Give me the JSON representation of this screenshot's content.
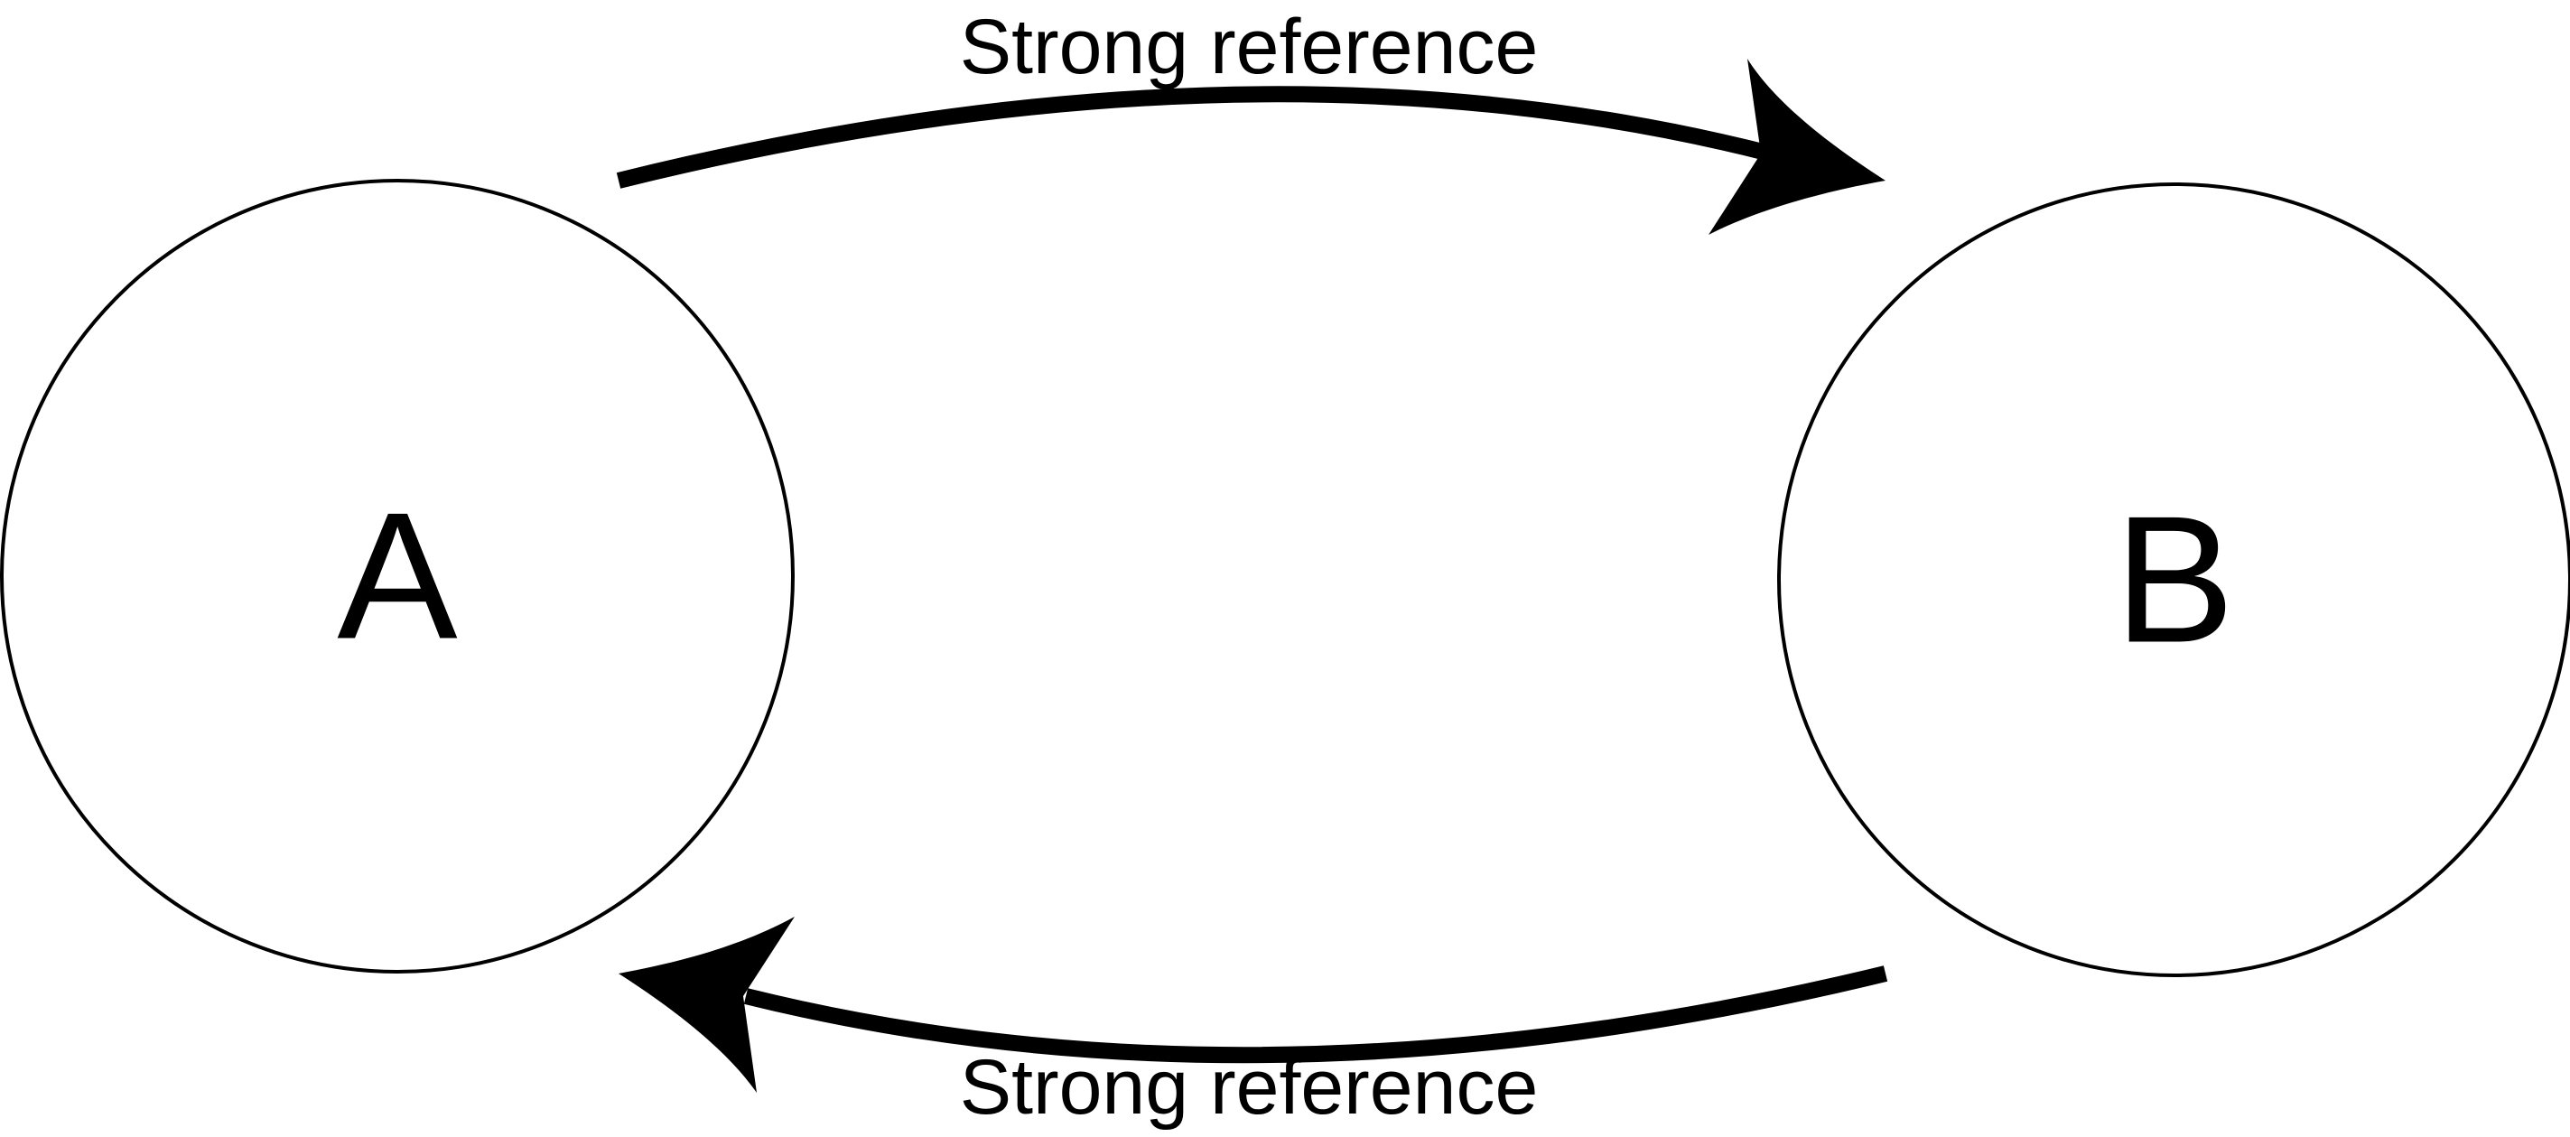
{
  "diagram": {
    "nodes": [
      {
        "id": "a",
        "label": "A"
      },
      {
        "id": "b",
        "label": "B"
      }
    ],
    "edges": [
      {
        "id": "a-to-b",
        "from": "A",
        "to": "B",
        "label": "Strong reference"
      },
      {
        "id": "b-to-a",
        "from": "B",
        "to": "A",
        "label": "Strong reference"
      }
    ],
    "colors": {
      "stroke": "#000000",
      "background": "#ffffff"
    }
  }
}
